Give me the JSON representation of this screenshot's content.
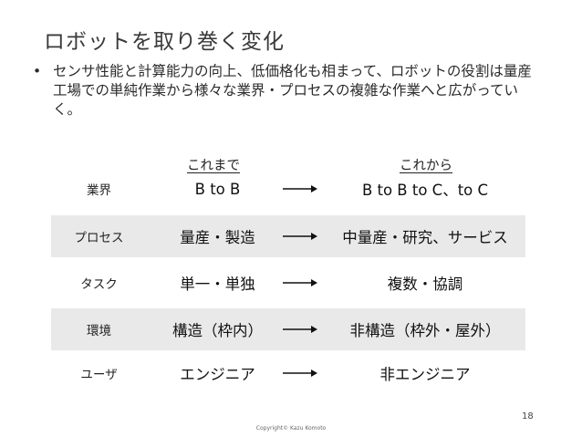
{
  "slide": {
    "title": "ロボットを取り巻く変化",
    "bullet": {
      "marker": "•",
      "text": "センサ性能と計算能力の向上、低価格化も相まって、ロボットの役割は量産工場での単純作業から様々な業界・プロセスの複雑な作業へと広がっていく。"
    },
    "columns": {
      "before": "これまで",
      "after": "これから"
    },
    "rows": [
      {
        "category": "業界",
        "before": "B to B",
        "after": "B to B to C、to C"
      },
      {
        "category": "プロセス",
        "before": "量産・製造",
        "after": "中量産・研究、サービス"
      },
      {
        "category": "タスク",
        "before": "単一・単独",
        "after": "複数・協調"
      },
      {
        "category": "環境",
        "before": "構造（枠内）",
        "after": "非構造（枠外・屋外）"
      },
      {
        "category": "ユーザ",
        "before": "エンジニア",
        "after": "非エンジニア"
      }
    ],
    "page_number": "18",
    "copyright": "Copyright© Kazu Komoto"
  },
  "colors": {
    "shaded_row": "#e9e9e9",
    "text": "#222222"
  },
  "icons": {
    "arrow": "right-arrow-icon"
  }
}
